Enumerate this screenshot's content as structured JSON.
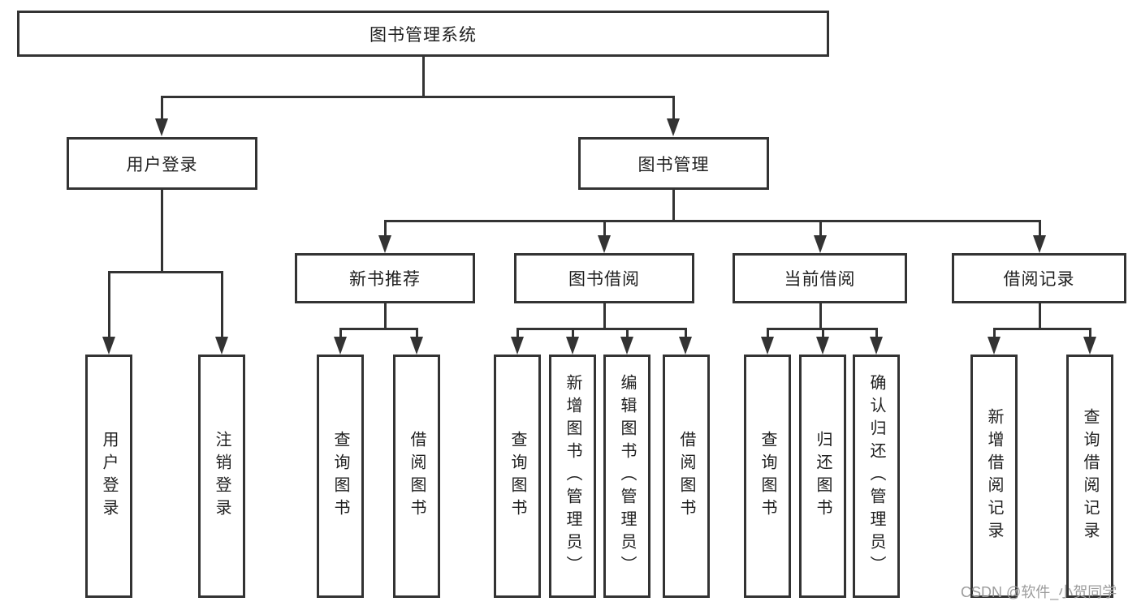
{
  "colors": {
    "line": "#333333",
    "text": "#1f1f1f",
    "watermark": "#9c9c9c",
    "background": "#ffffff"
  },
  "diagram": {
    "root": "图书管理系统",
    "level2": [
      "用户登录",
      "图书管理"
    ],
    "level3": [
      "新书推荐",
      "图书借阅",
      "当前借阅",
      "借阅记录"
    ],
    "level4": [
      "用户登录",
      "注销登录",
      "查询图书",
      "借阅图书",
      "查询图书",
      "新增图书（管理员）",
      "编辑图书（管理员）",
      "借阅图书",
      "查询图书",
      "归还图书",
      "确认归还（管理员）",
      "新增借阅记录",
      "查询借阅记录"
    ]
  },
  "watermark": "CSDN @软件_小贺同学"
}
